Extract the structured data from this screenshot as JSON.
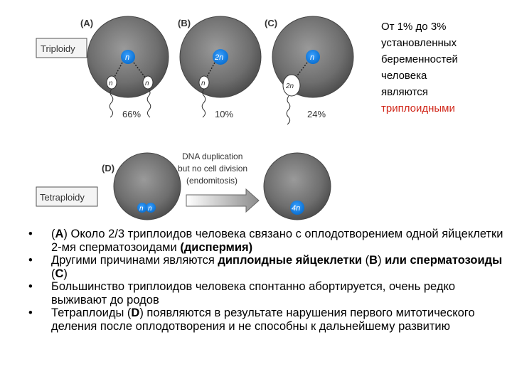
{
  "figure": {
    "panels": {
      "A": "(A)",
      "B": "(B)",
      "C": "(C)",
      "D": "(D)"
    },
    "labels": {
      "triploidy": "Triploidy",
      "tetraploidy": "Tetraploidy"
    },
    "cell_A": {
      "nucleus": "n",
      "sperm1": "n",
      "sperm2": "n",
      "percent": "66%"
    },
    "cell_B": {
      "nucleus": "2n",
      "sperm": "n",
      "percent": "10%"
    },
    "cell_C": {
      "nucleus": "n",
      "sperm": "2n",
      "percent": "24%"
    },
    "cell_D": {
      "nucleus1": "n",
      "nucleus2": "n",
      "result": "4n"
    },
    "arrow_text": [
      "DNA duplication",
      "but no cell division",
      "(endomitosis)"
    ]
  },
  "note": {
    "lines": [
      "От 1% до 3%",
      "установленных",
      "беременностей",
      "человека",
      "являются"
    ],
    "highlight": "триплоидными"
  },
  "bullets": {
    "marker": "•",
    "b1": {
      "p1": "(",
      "b1": "A",
      "p2": ")  Около 2/3 триплоидов человека связано с оплодотворением одной яйцеклетки 2-мя сперматозоидами ",
      "b2": "(диспермия)"
    },
    "b2": {
      "p1": "Другими причинами являются ",
      "b1": "диплоидные яйцеклетки",
      "p2": " (",
      "b2": "B",
      "p3": ") ",
      "b3": "или сперматозоиды",
      "p4": " (",
      "b4": "C",
      "p5": ")"
    },
    "b3": {
      "text": "Большинство триплоидов человека спонтанно абортируется, очень редко выживают до родов"
    },
    "b4": {
      "p1": "Тетраплоиды (",
      "b1": "D",
      "p2": ") появляются в результате нарушения первого митотического деления после оплодотворения и не способны к дальнейшему развитию"
    }
  }
}
